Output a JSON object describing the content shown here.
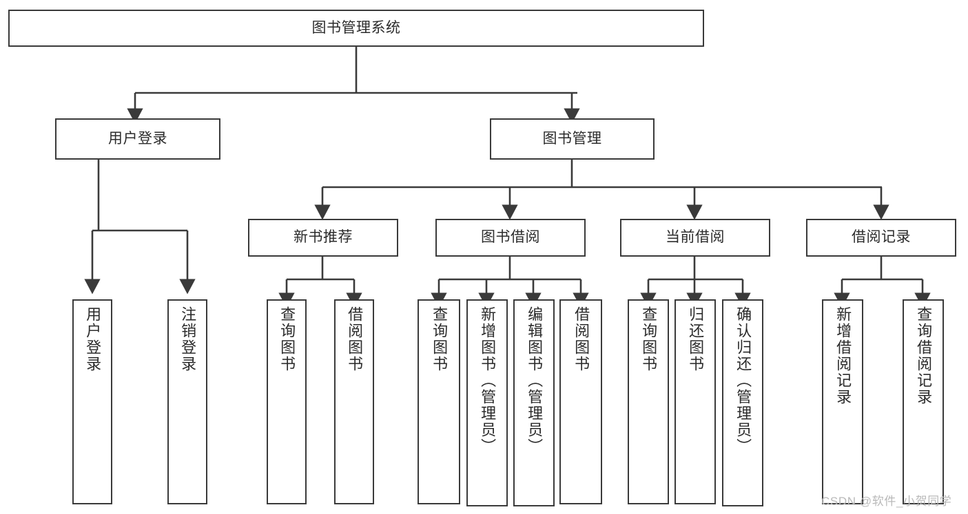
{
  "diagram": {
    "title_node": {
      "label": "图书管理系统"
    },
    "level1": [
      {
        "label": "用户登录"
      },
      {
        "label": "图书管理"
      }
    ],
    "level2": [
      {
        "label": "新书推荐"
      },
      {
        "label": "图书借阅"
      },
      {
        "label": "当前借阅"
      },
      {
        "label": "借阅记录"
      }
    ],
    "leaves": {
      "user_login": [
        {
          "label": "用户登录"
        },
        {
          "label": "注销登录"
        }
      ],
      "new_book_recommend": [
        {
          "label": "查询图书"
        },
        {
          "label": "借阅图书"
        }
      ],
      "book_borrow": [
        {
          "label": "查询图书"
        },
        {
          "label": "新增图书（管理员）"
        },
        {
          "label": "编辑图书（管理员）"
        },
        {
          "label": "借阅图书"
        }
      ],
      "current_borrow": [
        {
          "label": "查询图书"
        },
        {
          "label": "归还图书"
        },
        {
          "label": "确认归还（管理员）"
        }
      ],
      "borrow_record": [
        {
          "label": "新增借阅记录"
        },
        {
          "label": "查询借阅记录"
        }
      ]
    }
  },
  "watermark": {
    "text": "CSDN @软件_小贺同学"
  },
  "colors": {
    "stroke": "#3a3a3a",
    "background": "#ffffff",
    "text": "#2b2b2b",
    "watermark": "#b9b9b9"
  }
}
